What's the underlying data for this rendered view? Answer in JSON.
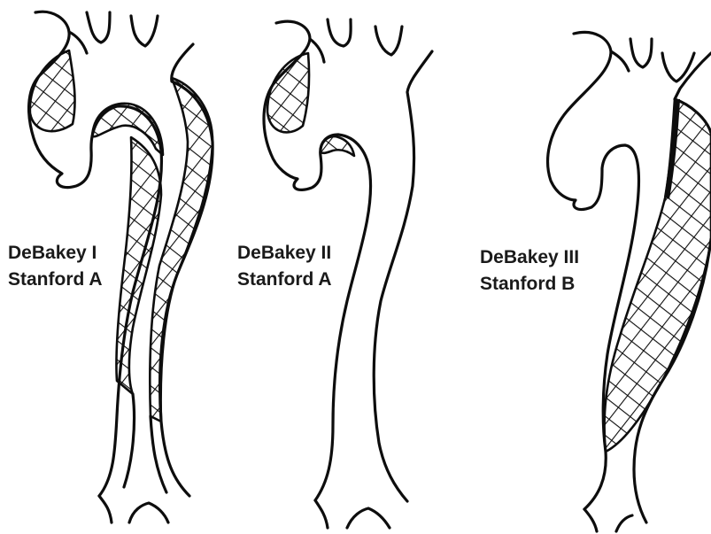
{
  "panels": [
    {
      "line1": "DeBakey I",
      "line2": "Stanford A"
    },
    {
      "line1": "DeBakey II",
      "line2": "Stanford A"
    },
    {
      "line1": "DeBakey III",
      "line2": "Stanford B"
    }
  ],
  "colors": {
    "ink": "#0d0d0d",
    "background": "#ffffff"
  }
}
